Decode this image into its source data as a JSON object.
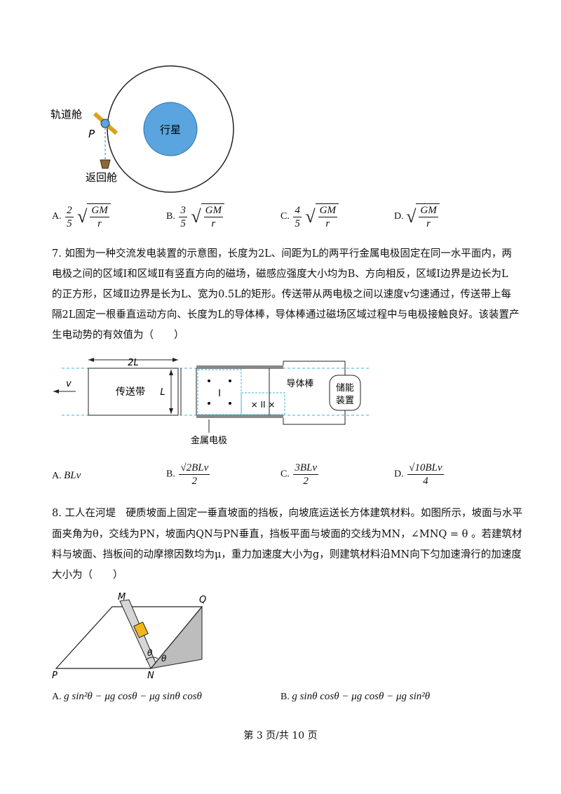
{
  "fig_orbit": {
    "orbiter_label": "轨道舱",
    "point_label": "P",
    "capsule_label": "返回舱",
    "planet_label": "行星"
  },
  "q6_options": [
    {
      "letter": "A.",
      "coef_num": "2",
      "coef_den": "5",
      "rad_num": "GM",
      "rad_den": "r"
    },
    {
      "letter": "B.",
      "coef_num": "3",
      "coef_den": "5",
      "rad_num": "GM",
      "rad_den": "r"
    },
    {
      "letter": "C.",
      "coef_num": "4",
      "coef_den": "5",
      "rad_num": "GM",
      "rad_den": "r"
    },
    {
      "letter": "D.",
      "coef_num": "",
      "coef_den": "",
      "rad_num": "GM",
      "rad_den": "r"
    }
  ],
  "q7": {
    "lines": [
      "7. 如图为一种交流发电装置的示意图，长度为2L、间距为L的两平行金属电极固定在同一水平面内，两",
      "电极之间的区域Ⅰ和区域Ⅱ有竖直方向的磁场，磁感应强度大小均为B、方向相反，区域Ⅰ边界是边长为L",
      "的正方形，区域Ⅱ边界是长为L、宽为0.5L的矩形。传送带从两电极之间以速度v匀速通过，传送带上每",
      "隔2L固定一根垂直运动方向、长度为L的导体棒，导体棒通过磁场区域过程中与电极接触良好。该装置产",
      "生电动势的有效值为（　　）"
    ],
    "figure": {
      "length_label": "2L",
      "belt_label": "传送带",
      "width_label": "L",
      "velocity_label": "v",
      "region1_label": "I",
      "region2_label": "× II ×",
      "rod_label": "导体棒",
      "storage_label_1": "储能",
      "storage_label_2": "装置",
      "electrode_label": "金属电极"
    },
    "options": [
      {
        "letter": "A.",
        "expr": "BLv"
      },
      {
        "letter": "B.",
        "num": "√2BLv",
        "den": "2"
      },
      {
        "letter": "C.",
        "num": "3BLv",
        "den": "2"
      },
      {
        "letter": "D.",
        "num": "√10BLv",
        "den": "4"
      }
    ]
  },
  "q8": {
    "lines": [
      "8. 工人在河堤　硬质坡面上固定一垂直坡面的挡板，向坡底运送长方体建筑材料。如图所示，坡面与水平",
      "面夹角为θ，交线为PN，坡面内QN与PN垂直，挡板平面与坡面的交线为MN，∠MNQ = θ 。若建筑材",
      "料与坡面、挡板间的动摩擦因数均为μ，重力加速度大小为g，则建筑材料沿MN向下匀加速滑行的加速度",
      "大小为（　　）"
    ],
    "figure": {
      "m_label": "M",
      "q_label": "Q",
      "p_label": "P",
      "n_label": "N",
      "theta_1": "θ",
      "theta_2": "θ"
    },
    "options": [
      {
        "letter": "A.",
        "expr": "g sin²θ − μg cosθ − μg sinθ cosθ"
      },
      {
        "letter": "B.",
        "expr": "g sinθ cosθ − μg cosθ − μg sin²θ"
      }
    ]
  },
  "footer": "第 3 页/共 10 页"
}
